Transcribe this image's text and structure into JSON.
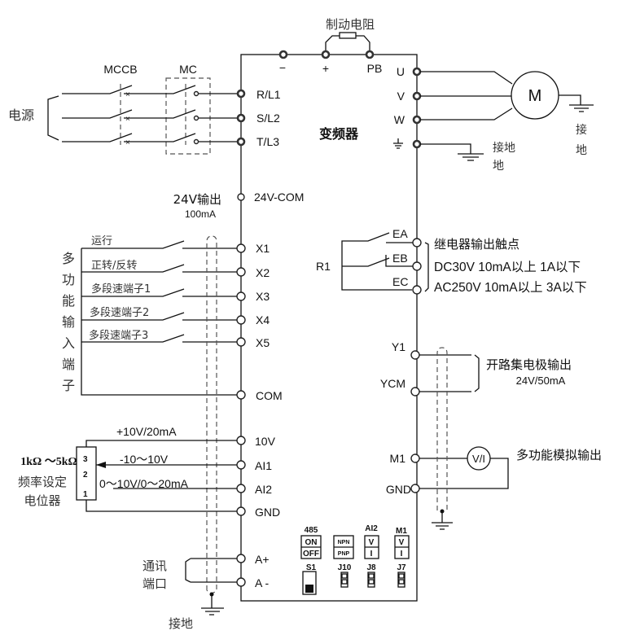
{
  "title": "变频器",
  "brake": {
    "label": "制动电阻",
    "minus": "−",
    "plus": "+",
    "pb": "PB"
  },
  "power": {
    "label": "电源",
    "mccb": "MCCB",
    "mc": "MC"
  },
  "input_terminals": [
    "R/L1",
    "S/L2",
    "T/L3"
  ],
  "output_terminals": [
    "U",
    "V",
    "W"
  ],
  "motor": {
    "label": "M",
    "ground": "接地"
  },
  "ground_label": "接地",
  "supply": {
    "title": "24V输出",
    "current": "100mA",
    "terminal": "24V-COM"
  },
  "digital_inputs": {
    "group_label": [
      "多",
      "功",
      "能",
      "输",
      "入",
      "端",
      "子"
    ],
    "items": [
      {
        "label": "运行",
        "terminal": "X1"
      },
      {
        "label": "正转/反转",
        "terminal": "X2"
      },
      {
        "label": "多段速端子1",
        "terminal": "X3"
      },
      {
        "label": "多段速端子2",
        "terminal": "X4"
      },
      {
        "label": "多段速端子3",
        "terminal": "X5"
      }
    ],
    "common": "COM"
  },
  "relay": {
    "name": "R1",
    "terminals": [
      "EA",
      "EB",
      "EC"
    ],
    "desc": [
      "继电器输出触点",
      "DC30V  10mA以上  1A以下",
      "AC250V 10mA以上  3A以下"
    ]
  },
  "open_collector": {
    "terminals": [
      "Y1",
      "YCM"
    ],
    "label": "开路集电极输出",
    "rating": "24V/50mA"
  },
  "analog_out": {
    "terminals": [
      "M1",
      "GND"
    ],
    "meter": "V/I",
    "label": "多功能模拟输出"
  },
  "analog_in": {
    "terminals": [
      "10V",
      "AI1",
      "AI2",
      "GND"
    ],
    "labels": [
      "+10V/20mA",
      "-10～10V",
      "0～10V/0～20mA"
    ],
    "pot_pins": [
      "3",
      "2",
      "1"
    ],
    "pot_label": [
      "1kΩ ～5kΩ",
      "频率设定",
      "电位器"
    ]
  },
  "comm": {
    "terminals": [
      "A+",
      "A -"
    ],
    "label": [
      "通讯",
      "端口"
    ],
    "ground": "接地"
  },
  "switches": [
    {
      "title": "485",
      "options": [
        "ON",
        "OFF"
      ],
      "name": "S1"
    },
    {
      "title": "",
      "options": [
        "NPN",
        "PNP"
      ],
      "name": "J10"
    },
    {
      "title": "AI2",
      "options": [
        "V",
        "I"
      ],
      "name": "J8"
    },
    {
      "title": "M1",
      "options": [
        "V",
        "I"
      ],
      "name": "J7"
    }
  ]
}
